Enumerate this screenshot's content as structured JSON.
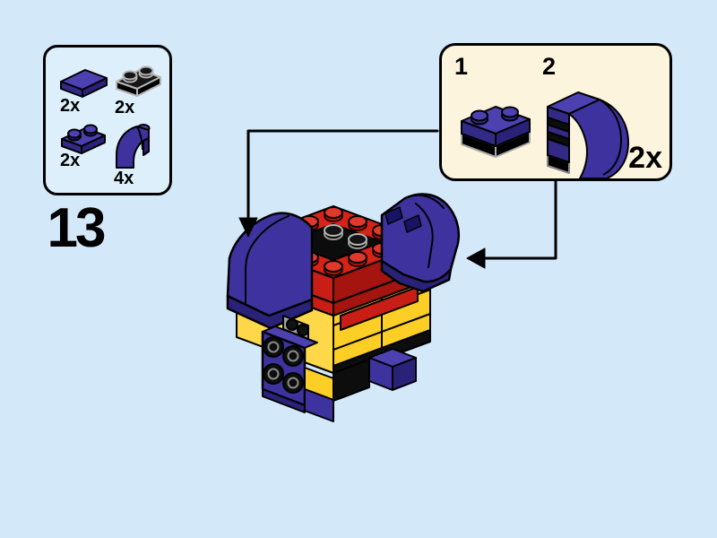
{
  "page": {
    "step_number": "13"
  },
  "parts_panel": {
    "parts": [
      {
        "name": "tile-1x2-purple",
        "qty": "2x"
      },
      {
        "name": "plate-1x2-black",
        "qty": "2x"
      },
      {
        "name": "plate-1x2-purple",
        "qty": "2x"
      },
      {
        "name": "slope-curved-1x2-purple",
        "qty": "4x"
      }
    ]
  },
  "callout": {
    "substeps": [
      {
        "label": "1"
      },
      {
        "label": "2"
      }
    ],
    "qty": "2x"
  },
  "colors": {
    "page_bg": "#d3e8f9",
    "parts_panel_bg": "#dceffb",
    "callout_bg": "#fcf4dd",
    "purple": "#3e339e",
    "purple_light": "#4d41b2",
    "purple_dark": "#2a2178",
    "purple_shadow": "#332a88",
    "red": "#d62318",
    "red_mid": "#c81e15",
    "red_dark": "#a5140e",
    "yellow": "#fdce25",
    "black": "#0d0d0d",
    "gray": "#9f9f9f",
    "outline": "#000000"
  }
}
